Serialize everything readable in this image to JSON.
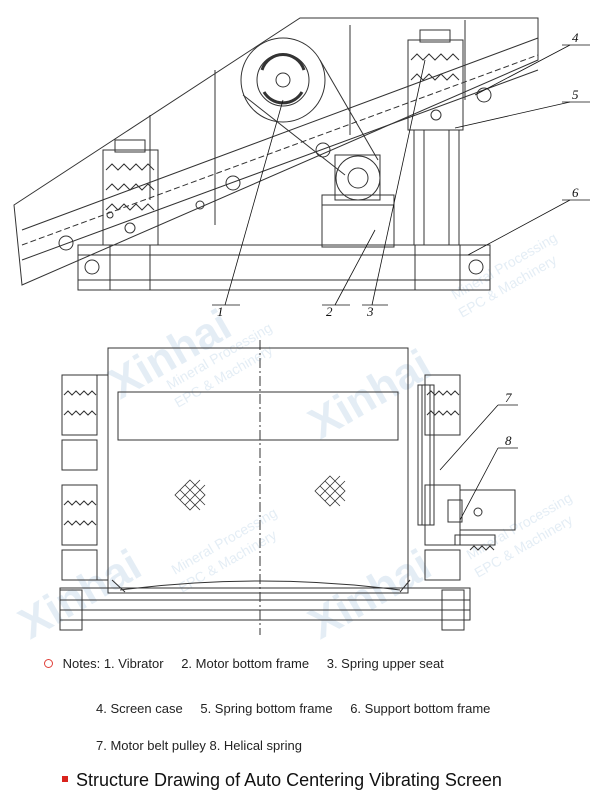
{
  "callouts": [
    "1",
    "2",
    "3",
    "4",
    "5",
    "6",
    "7",
    "8"
  ],
  "watermark": {
    "brand": "Xinhai",
    "tagline1": "Mineral Processing",
    "tagline2": "EPC & Machinery"
  },
  "notes": {
    "prefix": "Notes:",
    "items": [
      "1. Vibrator",
      "2. Motor bottom frame",
      "3. Spring upper seat",
      "4. Screen case",
      "5. Spring bottom frame",
      "6. Support bottom frame",
      "7. Motor belt pulley",
      "8. Helical spring"
    ]
  },
  "title": "Structure Drawing of Auto Centering Vibrating Screen",
  "colors": {
    "note_bullet": "#e0403a",
    "title_bullet": "#d9231d",
    "line": "#333333"
  }
}
